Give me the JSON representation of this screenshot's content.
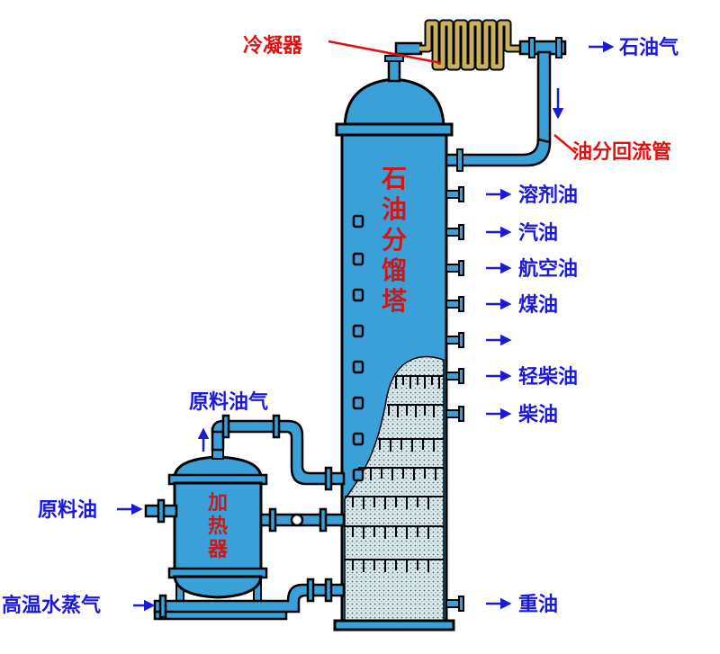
{
  "diagram": {
    "tower_title": [
      "石",
      "油",
      "分",
      "馏",
      "塔"
    ],
    "heater_title": [
      "加",
      "热",
      "器"
    ],
    "labels": {
      "condenser": "冷凝器",
      "reflux_pipe": "油分回流管",
      "feed_vapor": "原料油气",
      "feed_oil": "原料油",
      "steam": "高温水蒸气"
    },
    "outputs": [
      "石油气",
      "溶剂油",
      "汽油",
      "航空油",
      "煤油",
      "",
      "轻柴油",
      "柴油",
      "重油"
    ],
    "colors": {
      "equipment_fill": "#3aa0d8",
      "outline": "#000000",
      "label_blue": "#1a1ad8",
      "label_red": "#e01010",
      "liquid": "#cfe8ee",
      "condenser_coil": "#c8b060"
    }
  }
}
